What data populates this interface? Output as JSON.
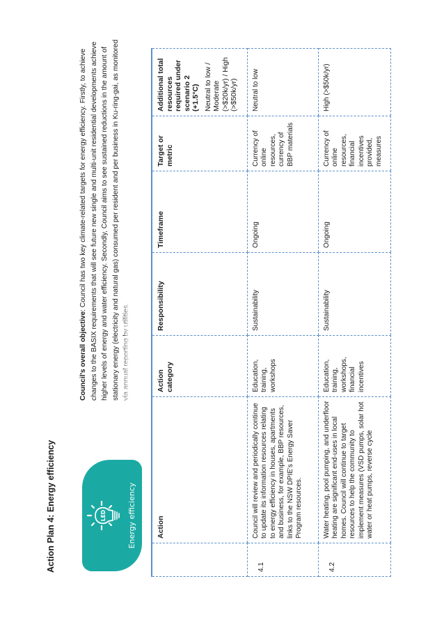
{
  "page": {
    "title": "Action Plan 4: Energy efficiency"
  },
  "badge": {
    "icon": "led-lightbulb-icon",
    "icon_text": "LED",
    "label": "Energy efficiency",
    "color": "#1aaaa3"
  },
  "objective": {
    "lead": "Council's overall objective",
    "text": ": Council has two key climate-related targets for energy efficiency. Firstly, to achieve changes to the BASIX requirements that will see future new single and multi-unit residential developments achieve higher levels of energy and water efficiency. Secondly, Council aims to see sustained reductions in the amount of stationary energy (electricity and natural gas) consumed per resident and per business in Ku-ring-gai, as monitored via annual reporting by utilities."
  },
  "table": {
    "headers": {
      "number": "",
      "action": "Action",
      "category": "Action category",
      "responsibility": "Responsibility",
      "timeframe": "Timeframe",
      "target": "Target or metric",
      "resources": "Additional total resources required under scenario 2 (+1.5°C)",
      "resources_note": "Neutral to low / Moderate (>$20k/yr) / High (>$50k/yr)"
    },
    "rows": [
      {
        "number": "4.1",
        "action": "Council will review and periodically continue to update its information resources relating to energy efficiency in houses, apartments and business, for example, BBP resources, links to the NSW DPIE's Energy Saver Program resources.",
        "category": "Education, training, workshops",
        "responsibility": "Sustainability",
        "timeframe": "Ongoing",
        "target": "Currency of online resources, currency of BBP materials",
        "resources": "Neutral to low"
      },
      {
        "number": "4.2",
        "action": "Water heating, pool pumping, and underfloor heating are significant end-uses in local homes. Council will continue to target resources to help the community to implement measures (VSD pumps, solar hot water or heat pumps, reverse cycle",
        "category": "Education, training, workshops, financial incentives",
        "responsibility": "Sustainability",
        "timeframe": "Ongoing",
        "target": "Currency of online resources, financial incentives provided, measures",
        "resources": "High (>$50k/yr)"
      }
    ],
    "border_color": "#5b8fc9"
  }
}
